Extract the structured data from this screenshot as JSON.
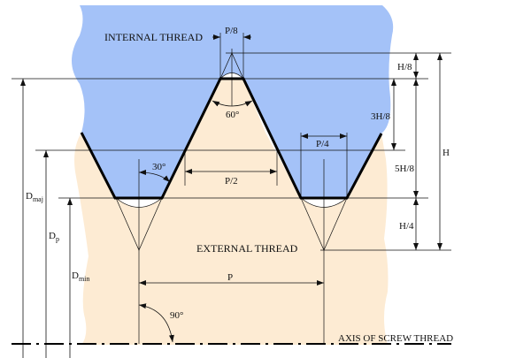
{
  "labels": {
    "internal_thread": "INTERNAL THREAD",
    "external_thread": "EXTERNAL THREAD",
    "axis": "AXIS OF SCREW THREAD",
    "p8": "P/8",
    "p4": "P/4",
    "p2": "P/2",
    "p": "P",
    "h8": "H/8",
    "h3_8": "3H/8",
    "h5_8": "5H/8",
    "h4": "H/4",
    "h": "H",
    "angle60": "60°",
    "angle30": "30°",
    "angle90": "90°",
    "dmaj": "D",
    "dmaj_sub": "maj",
    "dp": "D",
    "dp_sub": "p",
    "dmin": "D",
    "dmin_sub": "min"
  },
  "colors": {
    "internal": "#a4c2f8",
    "external": "#fdebd3",
    "line": "#111111"
  }
}
